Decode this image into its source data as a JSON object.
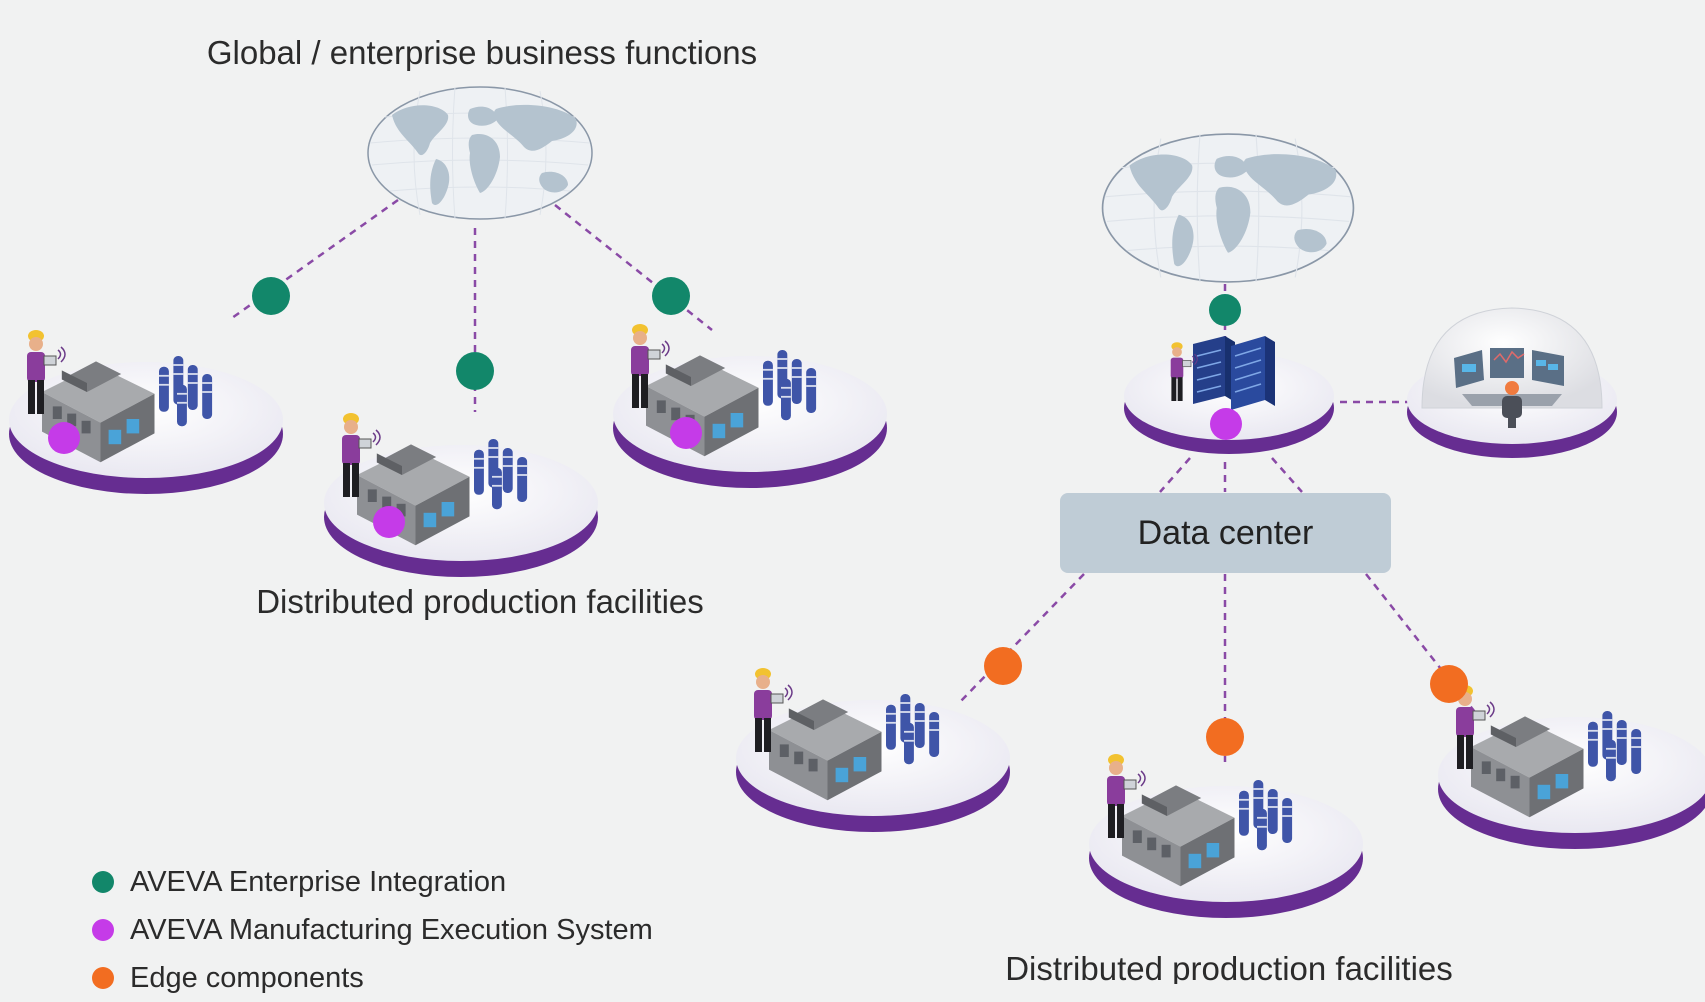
{
  "left_title": "Global / enterprise business functions",
  "left_footer": "Distributed production facilities",
  "right_footer": "Distributed production facilities",
  "data_center_label": "Data center",
  "colors": {
    "enterprise_integration": "#12876a",
    "mes": "#c53be8",
    "edge": "#f26d21",
    "platform_rim": "#6a2f93",
    "connector": "#8a4aa6",
    "data_center_box": "#bfccd6"
  },
  "legend": [
    {
      "label": "AVEVA Enterprise Integration",
      "color": "#12876a"
    },
    {
      "label": "AVEVA Manufacturing Execution System",
      "color": "#c53be8"
    },
    {
      "label": "Edge components",
      "color": "#f26d21"
    }
  ],
  "icons": [
    "globe-icon",
    "factory-icon",
    "worker-icon",
    "server-rack-icon",
    "control-room-icon"
  ]
}
